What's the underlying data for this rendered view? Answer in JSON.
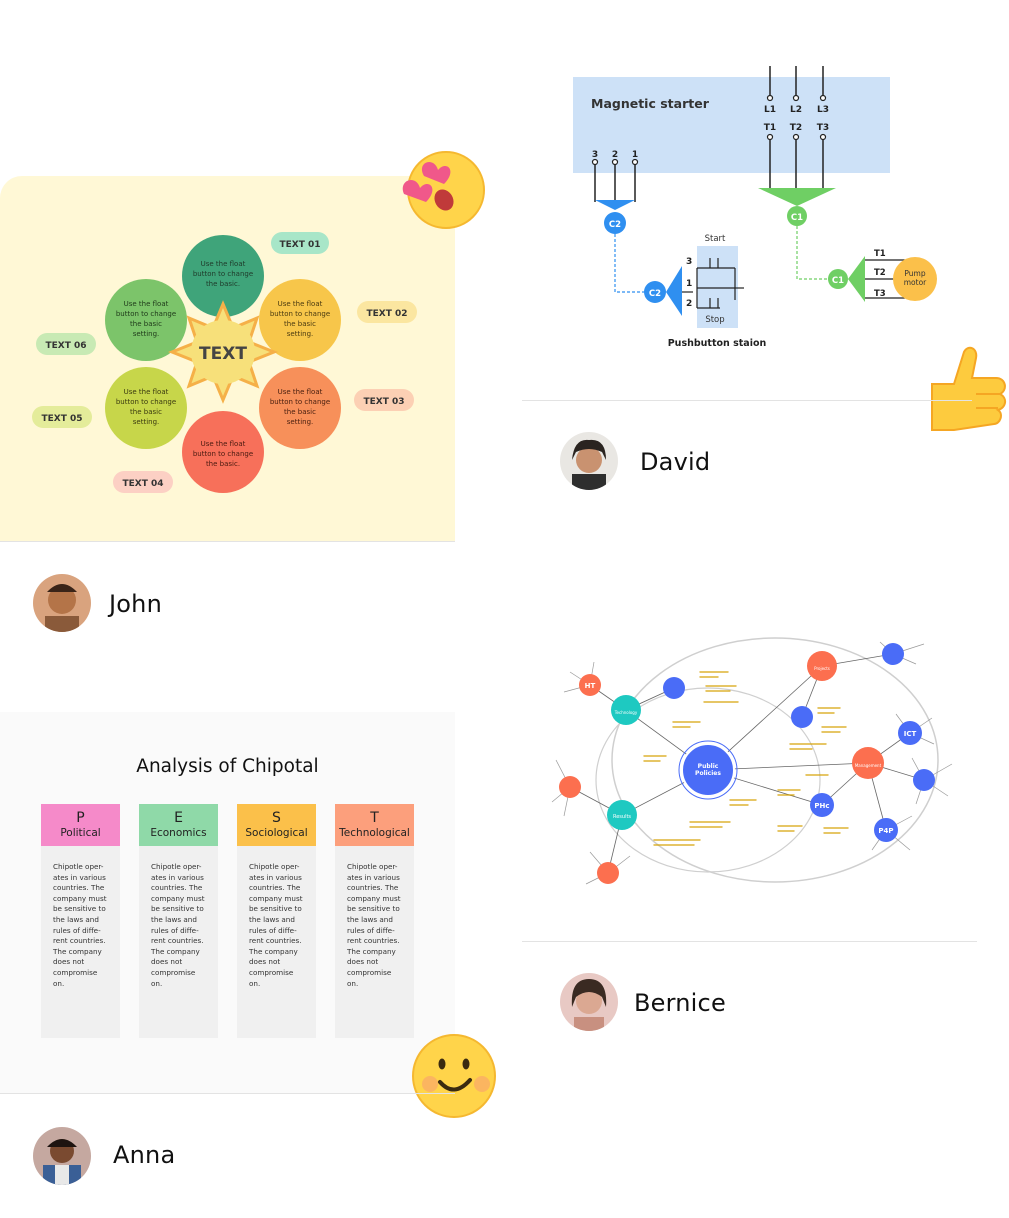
{
  "users": [
    {
      "name": "John"
    },
    {
      "name": "David"
    },
    {
      "name": "Bernice"
    },
    {
      "name": "Anna"
    }
  ],
  "flower": {
    "center": "TEXT",
    "petal_text": [
      "Use the float",
      "button to change",
      "the basic."
    ],
    "petal_text_setting": [
      "Use the float",
      "button to change",
      "the basic",
      "setting."
    ],
    "tags": [
      "TEXT 01",
      "TEXT 02",
      "TEXT 03",
      "TEXT 04",
      "TEXT 05",
      "TEXT 06"
    ],
    "colors": {
      "top": "#3fa47a",
      "tr": "#f7c64a",
      "br": "#f7905a",
      "bottom": "#f7705a",
      "bl": "#c7d64a",
      "tl": "#7cc46a",
      "sun": "#f7e07a"
    }
  },
  "circuit": {
    "title": "Magnetic starter",
    "inputs": [
      "L1",
      "L2",
      "L3"
    ],
    "outputs": [
      "T1",
      "T2",
      "T3"
    ],
    "left_terms": [
      "3",
      "2",
      "1"
    ],
    "c2": "C2",
    "c1": "C1",
    "start": "Start",
    "stop": "Stop",
    "pb_terms": [
      "3",
      "1",
      "2"
    ],
    "station": "Pushbutton staion",
    "motor_terms": [
      "T1",
      "T2",
      "T3"
    ],
    "motor": [
      "Pump",
      "motor"
    ]
  },
  "mindmap": {
    "center": [
      "Public",
      "Policies"
    ],
    "nodes": {
      "projects": "Projects",
      "technology": "Technology",
      "ht": "HT",
      "management": "Management",
      "ict": "ICT",
      "results": "Results",
      "phc": "PHc",
      "p4p": "P4P"
    }
  },
  "pest": {
    "title": "Analysis of Chipotal",
    "columns": [
      {
        "letter": "P",
        "word": "Political",
        "color": "#f58ac9"
      },
      {
        "letter": "E",
        "word": "Economics",
        "color": "#8fd9a8"
      },
      {
        "letter": "S",
        "word": "Sociological",
        "color": "#fbc04a"
      },
      {
        "letter": "T",
        "word": "Technological",
        "color": "#fc9f7c"
      }
    ],
    "body_lines": [
      "Chipotle oper-",
      "ates in various",
      "countries. The",
      "company must",
      "be sensitive to",
      "the laws and",
      "rules of diffe-",
      "rent countries.",
      "The company",
      "does not",
      "compromise",
      "on."
    ]
  },
  "icons": [
    "heart-eyes-emoji-icon",
    "thumbs-up-emoji-icon",
    "smile-emoji-icon"
  ]
}
